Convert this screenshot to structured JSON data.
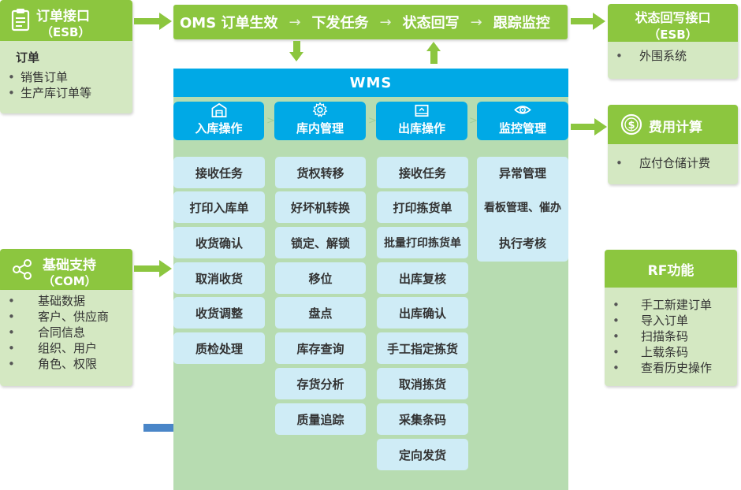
{
  "order_api": {
    "title": "订单接口",
    "subtitle": "（ESB）",
    "heading": "订单",
    "items": [
      "销售订单",
      "生产库订单等"
    ]
  },
  "oms": {
    "steps": [
      "OMS 订单生效",
      "下发任务",
      "状态回写",
      "跟踪监控"
    ],
    "separator": "→"
  },
  "status_api": {
    "title": "状态回写接口",
    "subtitle": "（ESB）",
    "items": [
      "外围系统"
    ]
  },
  "fee": {
    "title": "费用计算",
    "items": [
      "应付仓储计费"
    ]
  },
  "base": {
    "title": "基础支持",
    "subtitle": "（COM）",
    "items": [
      "基础数据",
      "客户、供应商",
      "合同信息",
      "组织、用户",
      "角色、权限"
    ]
  },
  "rf": {
    "title": "RF功能",
    "items": [
      "手工新建订单",
      "导入订单",
      "扫描条码",
      "上载条码",
      "查看历史操作"
    ]
  },
  "wms": {
    "title": "WMS",
    "chevron": ">",
    "modules": [
      {
        "label": "入库操作",
        "icon": "warehouse-icon",
        "tasks": [
          "接收任务",
          "打印入库单",
          "收货确认",
          "取消收货",
          "收货调整",
          "质检处理"
        ]
      },
      {
        "label": "库内管理",
        "icon": "gear-icon",
        "tasks": [
          "货权转移",
          "好坏机转换",
          "锁定、解锁",
          "移位",
          "盘点",
          "库存查询",
          "存货分析",
          "质量追踪"
        ]
      },
      {
        "label": "出库操作",
        "icon": "outbound-icon",
        "tasks": [
          "接收任务",
          "打印拣货单",
          "批量打印拣货单",
          "出库复核",
          "出库确认",
          "手工指定拣货",
          "取消拣货",
          "采集条码",
          "定向发货"
        ]
      },
      {
        "label": "监控管理",
        "icon": "eye-icon",
        "tasks": [
          "异常管理",
          "看板管理、催办",
          "执行考核"
        ]
      }
    ]
  }
}
